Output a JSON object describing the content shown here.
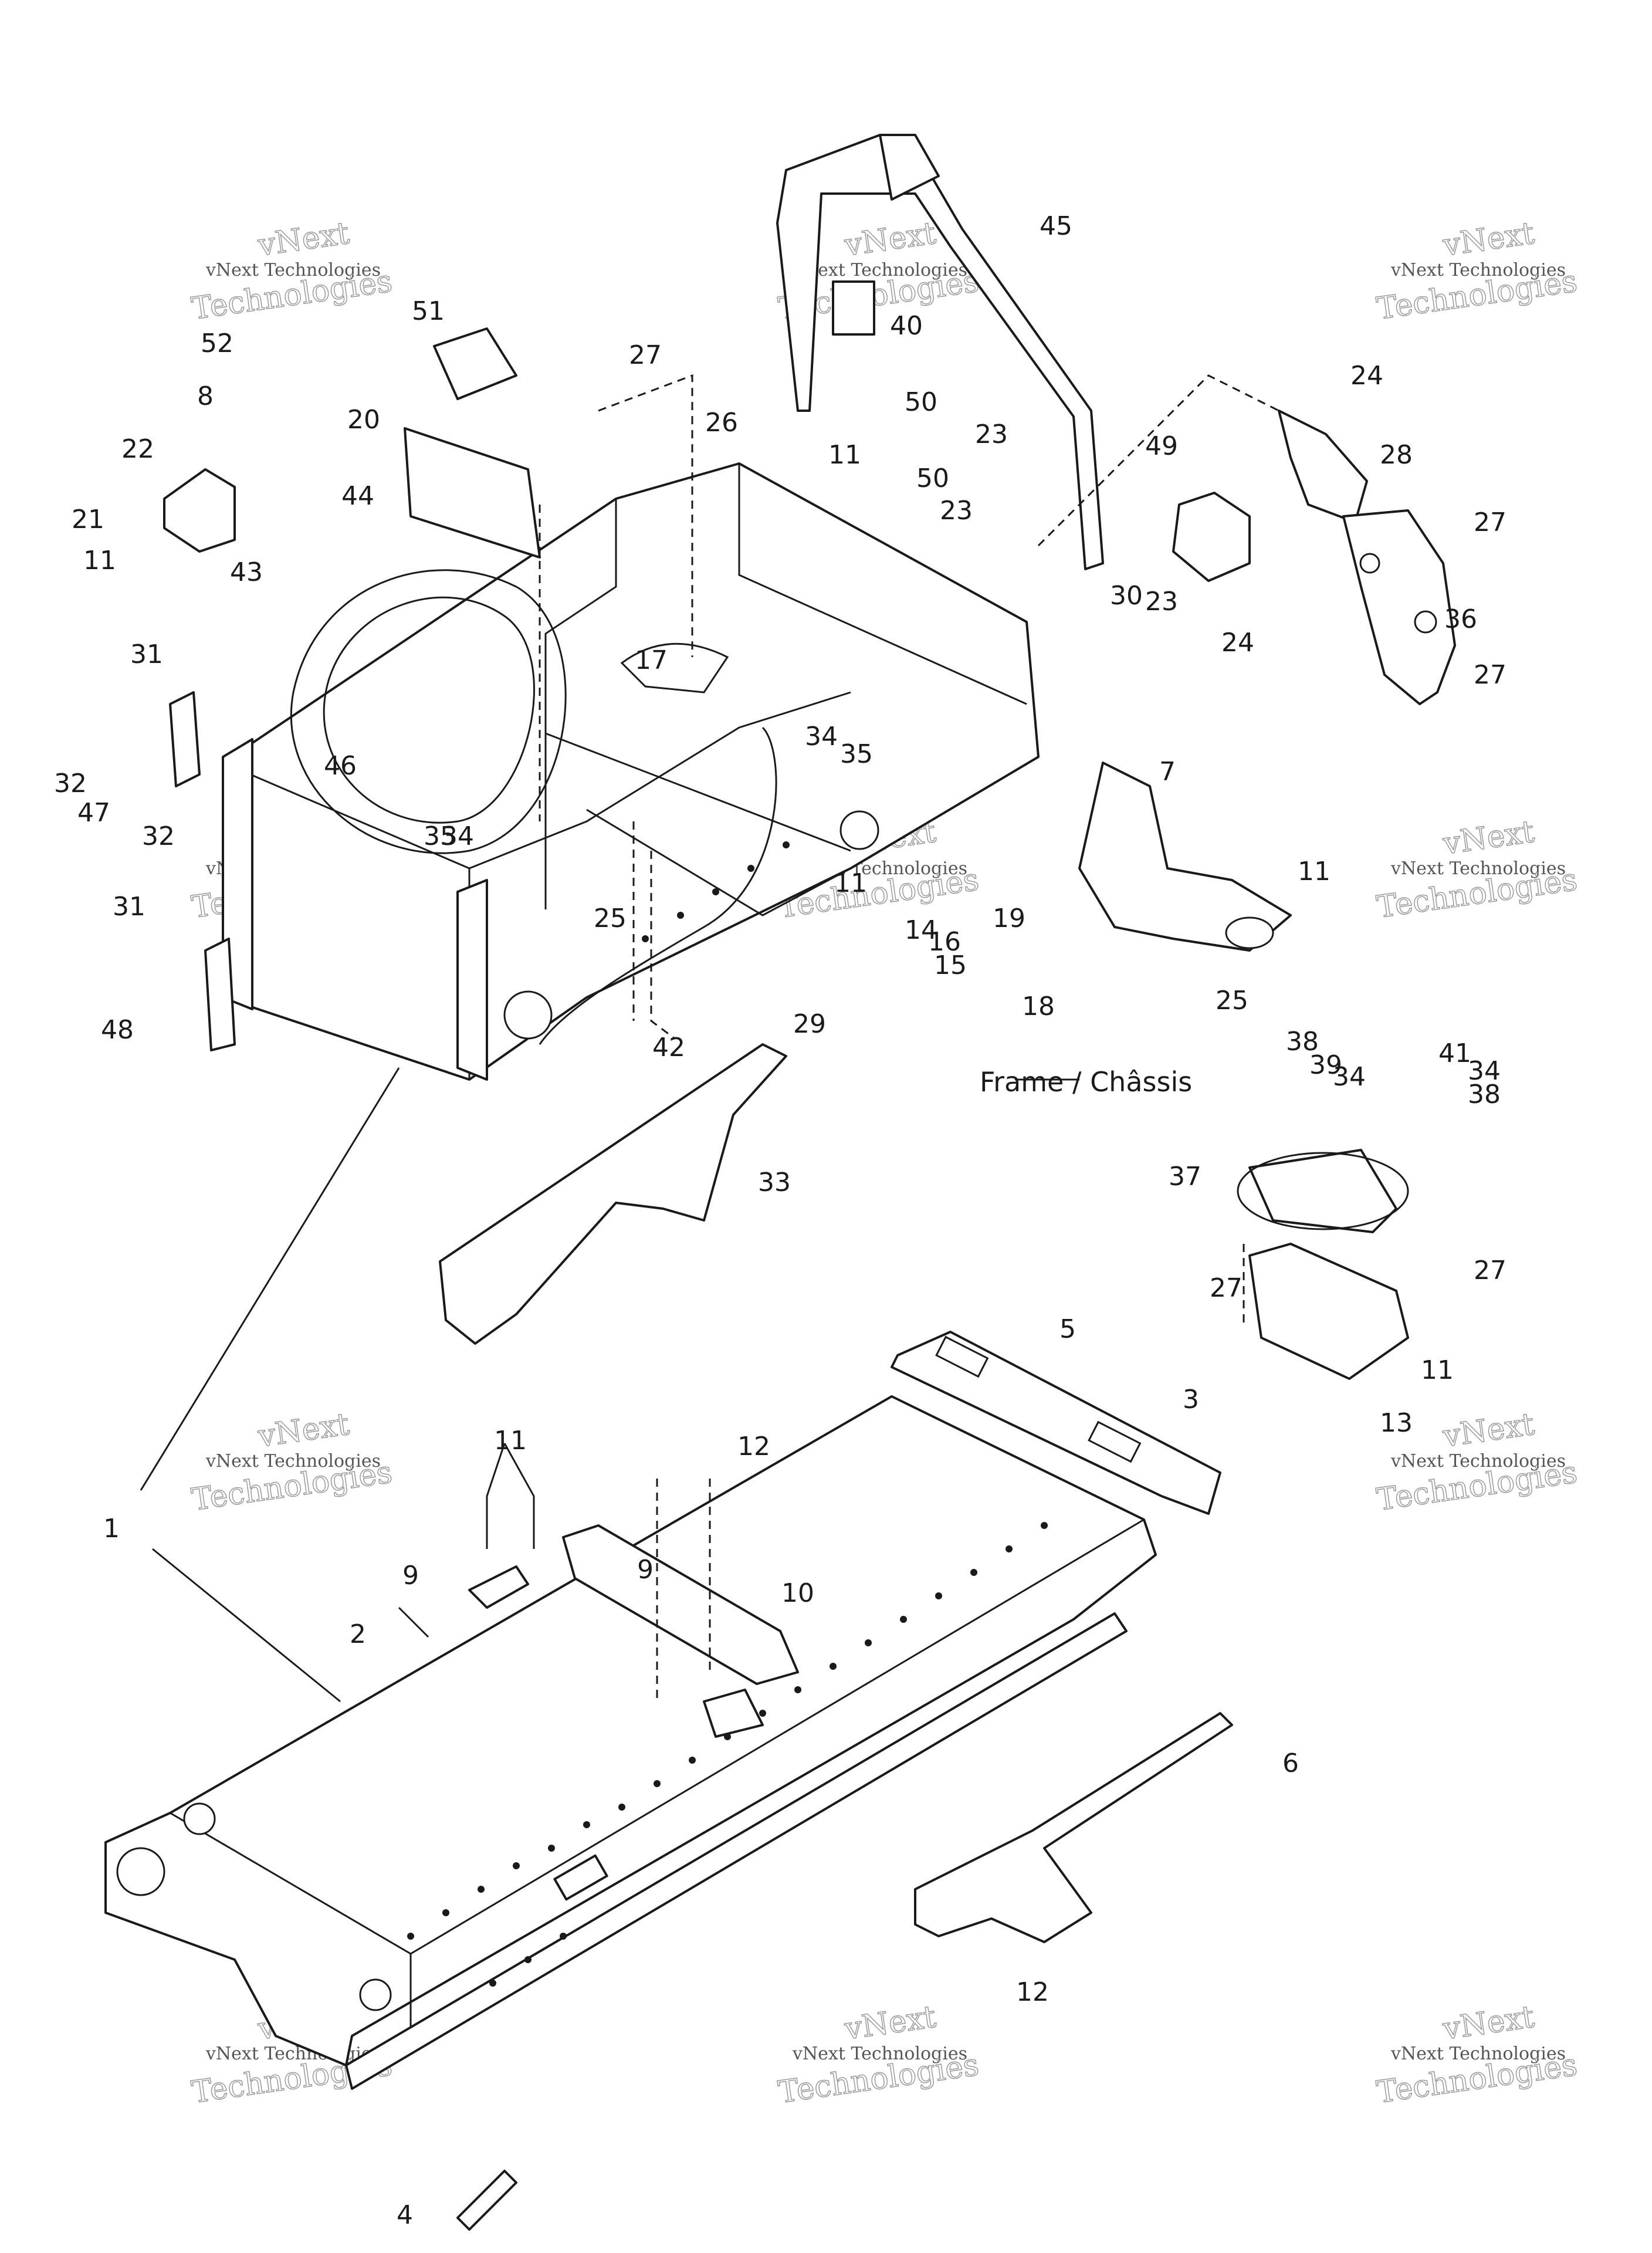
{
  "caption": "Frame / Châssis",
  "watermark": {
    "line1": "vNext",
    "line2": "vNext Technologies",
    "line3": "Technologies"
  },
  "callouts": [
    "1",
    "2",
    "3",
    "4",
    "5",
    "6",
    "7",
    "8",
    "9",
    "9",
    "10",
    "11",
    "11",
    "11",
    "11",
    "11",
    "11",
    "12",
    "12",
    "13",
    "14",
    "15",
    "16",
    "17",
    "18",
    "19",
    "20",
    "21",
    "22",
    "23",
    "23",
    "23",
    "24",
    "24",
    "25",
    "25",
    "26",
    "27",
    "27",
    "27",
    "27",
    "27",
    "28",
    "29",
    "30",
    "31",
    "31",
    "32",
    "32",
    "33",
    "34",
    "34",
    "34",
    "34",
    "35",
    "35",
    "36",
    "37",
    "38",
    "38",
    "39",
    "40",
    "41",
    "42",
    "43",
    "44",
    "45",
    "46",
    "47",
    "48",
    "49",
    "50",
    "50",
    "51",
    "52"
  ]
}
